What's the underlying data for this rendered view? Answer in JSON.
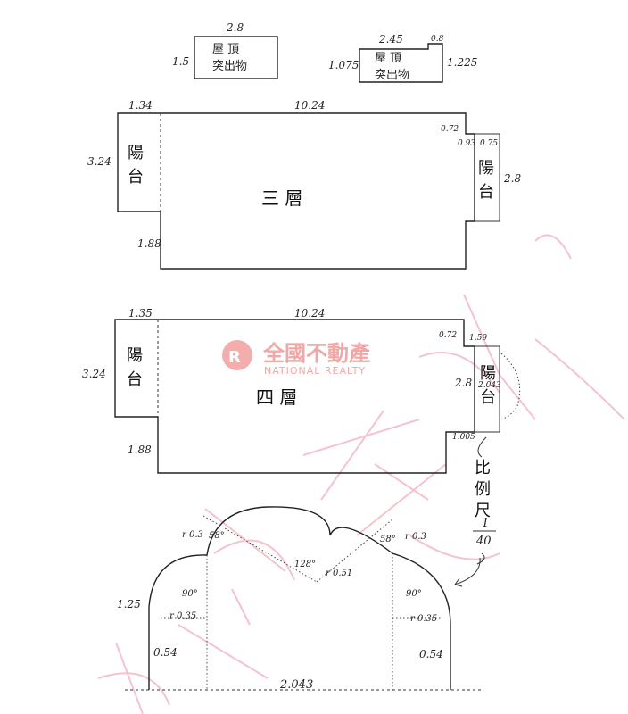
{
  "roof_a": {
    "top": "2.8",
    "side": "1.5",
    "label_1": "屋  頂",
    "label_2": "突出物"
  },
  "roof_b": {
    "top": "2.45",
    "top_small": "0.8",
    "left": "1.075",
    "right": "1.225",
    "label_1": "屋  頂",
    "label_2": "突出物"
  },
  "floor3": {
    "name": "三        層",
    "top_left": "1.34",
    "top": "10.24",
    "left": "3.24",
    "bottom_left": "1.88",
    "right_a": "0.72",
    "right_b": "0.93",
    "right_c": "0.75",
    "right_d": "2.8",
    "balcony_left": "陽\n台",
    "balcony_right": "陽\n台"
  },
  "floor4": {
    "name": "四        層",
    "top_left": "1.35",
    "top": "10.24",
    "left": "3.24",
    "bottom_left": "1.88",
    "right_a": "0.72",
    "right_b": "1.59",
    "right_c": "2.8",
    "right_d": "2.043",
    "right_e": "1.005",
    "balcony_left": "陽\n台",
    "balcony_right": "陽\n台"
  },
  "detail": {
    "r1": "r 0.3",
    "ang1": "58°",
    "ang2": "128°",
    "r2": "r 0.51",
    "ang3": "58°",
    "r3": "r 0.3",
    "ang4": "90°",
    "ang5": "90°",
    "r4": "r 0.35",
    "r5": "r 0.35",
    "left_h": "1.25",
    "left_low": "0.54",
    "right_low": "0.54",
    "bottom": "2.043"
  },
  "scale": {
    "label": "比例尺",
    "numerator": "1",
    "denominator": "40"
  },
  "logo": {
    "name": "全國不動產",
    "sub": "NATIONAL REALTY"
  },
  "colors": {
    "watermark": "#f2b8c4",
    "logo": "#ee8a8a",
    "line": "#222222"
  }
}
